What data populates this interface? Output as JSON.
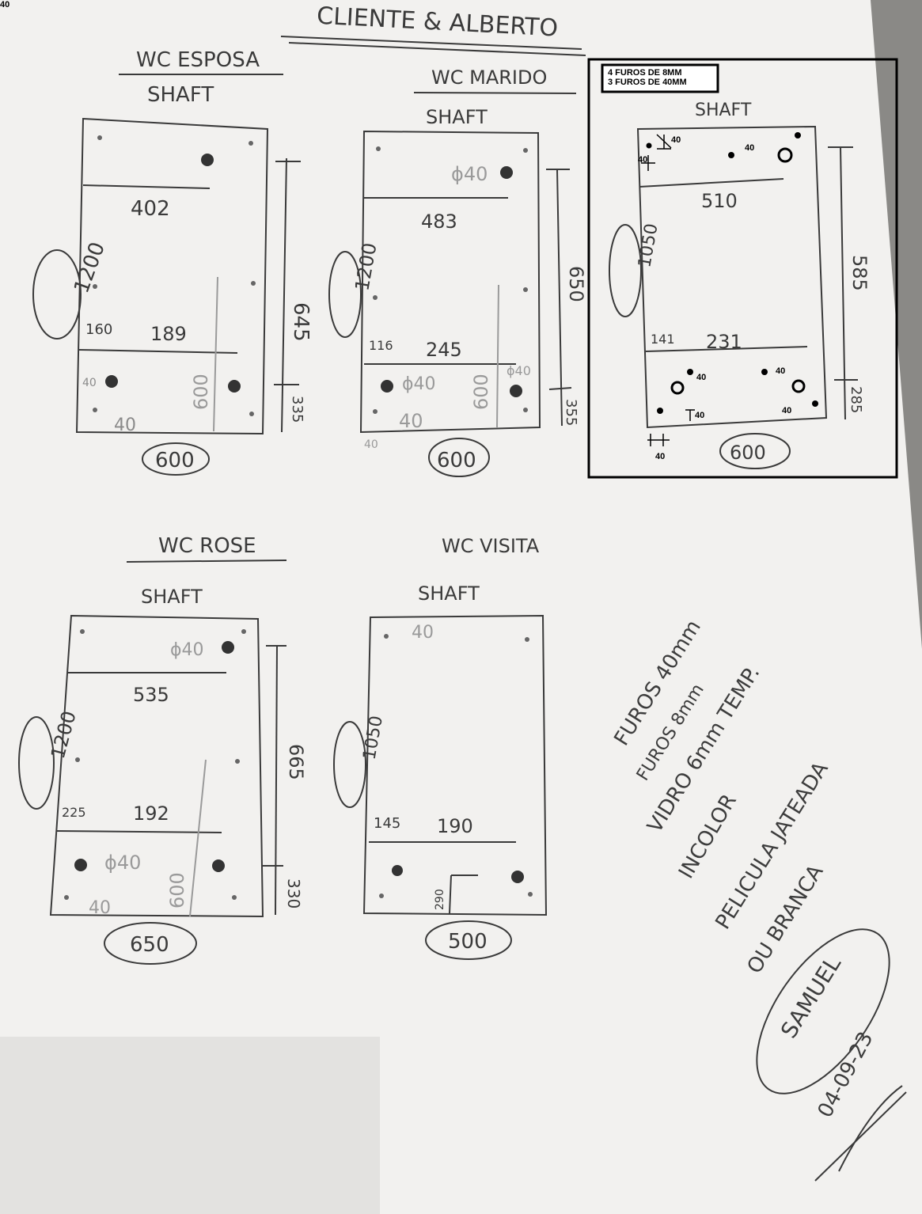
{
  "corner_label": "40",
  "header": {
    "client": "CLIENTE & ALBERTO"
  },
  "panels": {
    "esposa": {
      "title": "WC ESPOSA",
      "subtitle": "SHAFT",
      "width_label": "600",
      "height_label": "1200",
      "top_dim": "402",
      "left_offset": "160",
      "mid_dim": "189",
      "right_upper": "645",
      "right_lower": "335",
      "vertical_faint": "600",
      "hole_small": "40",
      "hole_bottom": "40"
    },
    "marido": {
      "title": "WC MARIDO",
      "subtitle": "SHAFT",
      "width_label": "600",
      "height_label": "1200",
      "top_hole": "ϕ40",
      "top_dim": "483",
      "left_offset": "116",
      "mid_dim": "245",
      "right_upper": "650",
      "right_lower": "355",
      "vertical_faint": "600",
      "mid_hole": "ϕ40",
      "right_hole": "ϕ40",
      "bottom_hole": "40",
      "outside_hole": "40"
    },
    "right": {
      "subtitle": "SHAFT",
      "notes": [
        "4 FUROS DE 8MM",
        "3 FUROS DE 40MM"
      ],
      "width_label": "600",
      "height_label": "1050",
      "top_dim": "510",
      "left_offset": "141",
      "mid_dim": "231",
      "right_upper": "585",
      "right_lower": "285",
      "labels": [
        "40",
        "40",
        "40",
        "40",
        "40",
        "40",
        "40",
        "40"
      ]
    },
    "rose": {
      "title": "WC ROSE",
      "subtitle": "SHAFT",
      "width_label": "650",
      "height_label": "1200",
      "top_hole": "ϕ40",
      "top_dim": "535",
      "left_offset": "225",
      "mid_dim": "192",
      "right_upper": "665",
      "right_lower": "330",
      "vertical_faint": "600",
      "mid_hole": "ϕ40",
      "bottom_hole": "40"
    },
    "visita": {
      "title": "WC VISITA",
      "subtitle": "SHAFT",
      "width_label": "500",
      "height_label": "1050",
      "top_hole": "40",
      "left_offset": "145",
      "mid_dim": "190",
      "bottom_dim": "290"
    }
  },
  "notes": {
    "lines": [
      "FUROS 40mm",
      "FUROS 8mm",
      "VIDRO 6mm TEMP.",
      "INCOLOR",
      "PELICULA JATEADA",
      "OU BRANCA"
    ],
    "signature": "SAMUEL",
    "date": "04-09-23"
  }
}
